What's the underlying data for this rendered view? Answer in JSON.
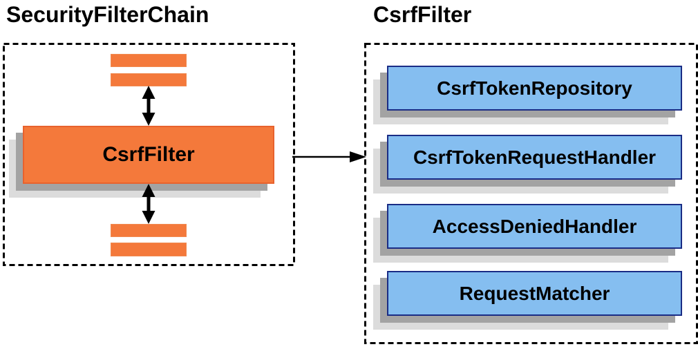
{
  "diagram": {
    "left_panel": {
      "title": "SecurityFilterChain",
      "node_label": "CsrfFilter"
    },
    "right_panel": {
      "title": "CsrfFilter",
      "components": [
        "CsrfTokenRepository",
        "CsrfTokenRequestHandler",
        "AccessDeniedHandler",
        "RequestMatcher"
      ]
    },
    "colors": {
      "node_orange_fill": "#F4793B",
      "node_orange_border": "#E8622D",
      "component_blue_fill": "#85BEF0",
      "component_blue_border": "#1A2C85",
      "shadow_dark": "#A3A3A3",
      "shadow_light": "#DCDCDC",
      "boundary_dash": "#000000",
      "arrow": "#000000",
      "text": "#000000",
      "background": "#FFFFFF"
    }
  }
}
